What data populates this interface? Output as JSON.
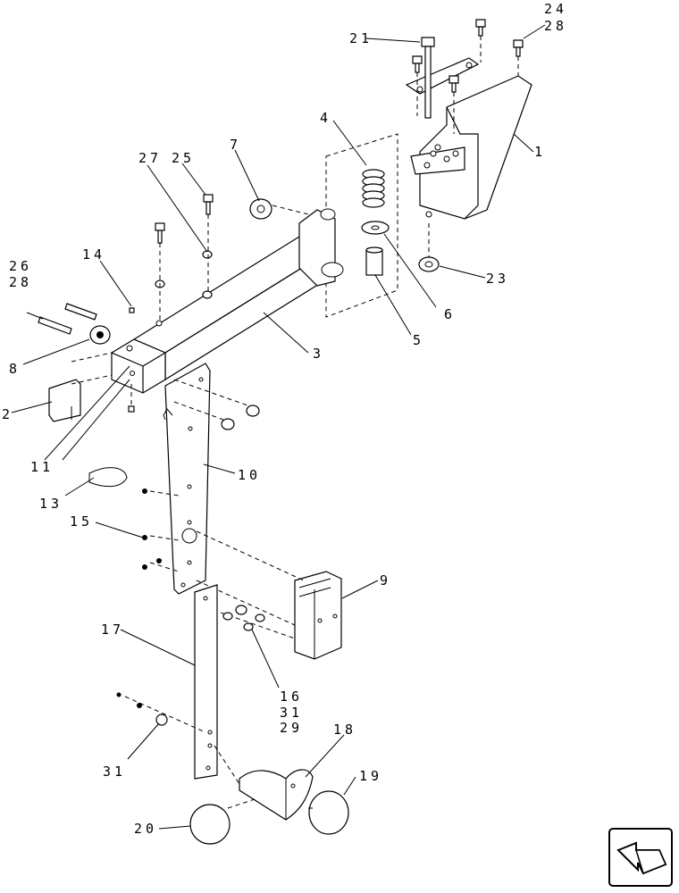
{
  "callouts": {
    "c1": "1",
    "c2": "2",
    "c3": "3",
    "c4": "4",
    "c5": "5",
    "c6": "6",
    "c7": "7",
    "c8": "8",
    "c9": "9",
    "c10": "10",
    "c11": "11",
    "c13": "13",
    "c14": "14",
    "c15": "15",
    "c16": "16",
    "c17": "17",
    "c18": "18",
    "c19": "19",
    "c20": "20",
    "c21": "21",
    "c23": "23",
    "c24": "24",
    "c25": "25",
    "c26": "26",
    "c27": "27",
    "c28a": "28",
    "c28b": "28",
    "c29": "29",
    "c31a": "31",
    "c31b": "31"
  },
  "nav": {
    "icon": "previous-page-arrow-icon"
  }
}
